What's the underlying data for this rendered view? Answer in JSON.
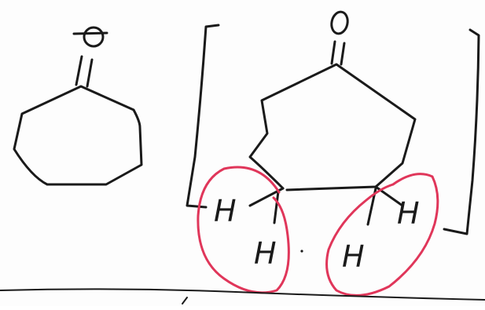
{
  "colors": {
    "ink": "#1a1a1a",
    "highlight": "#e0365a",
    "paper": "#fdfdfd"
  },
  "left_molecule": {
    "oxygen_label": "O",
    "charge_label": "−"
  },
  "right_molecule": {
    "oxygen_label": "O",
    "hydrogen_labels": [
      "H",
      "H",
      "H",
      "H"
    ]
  }
}
